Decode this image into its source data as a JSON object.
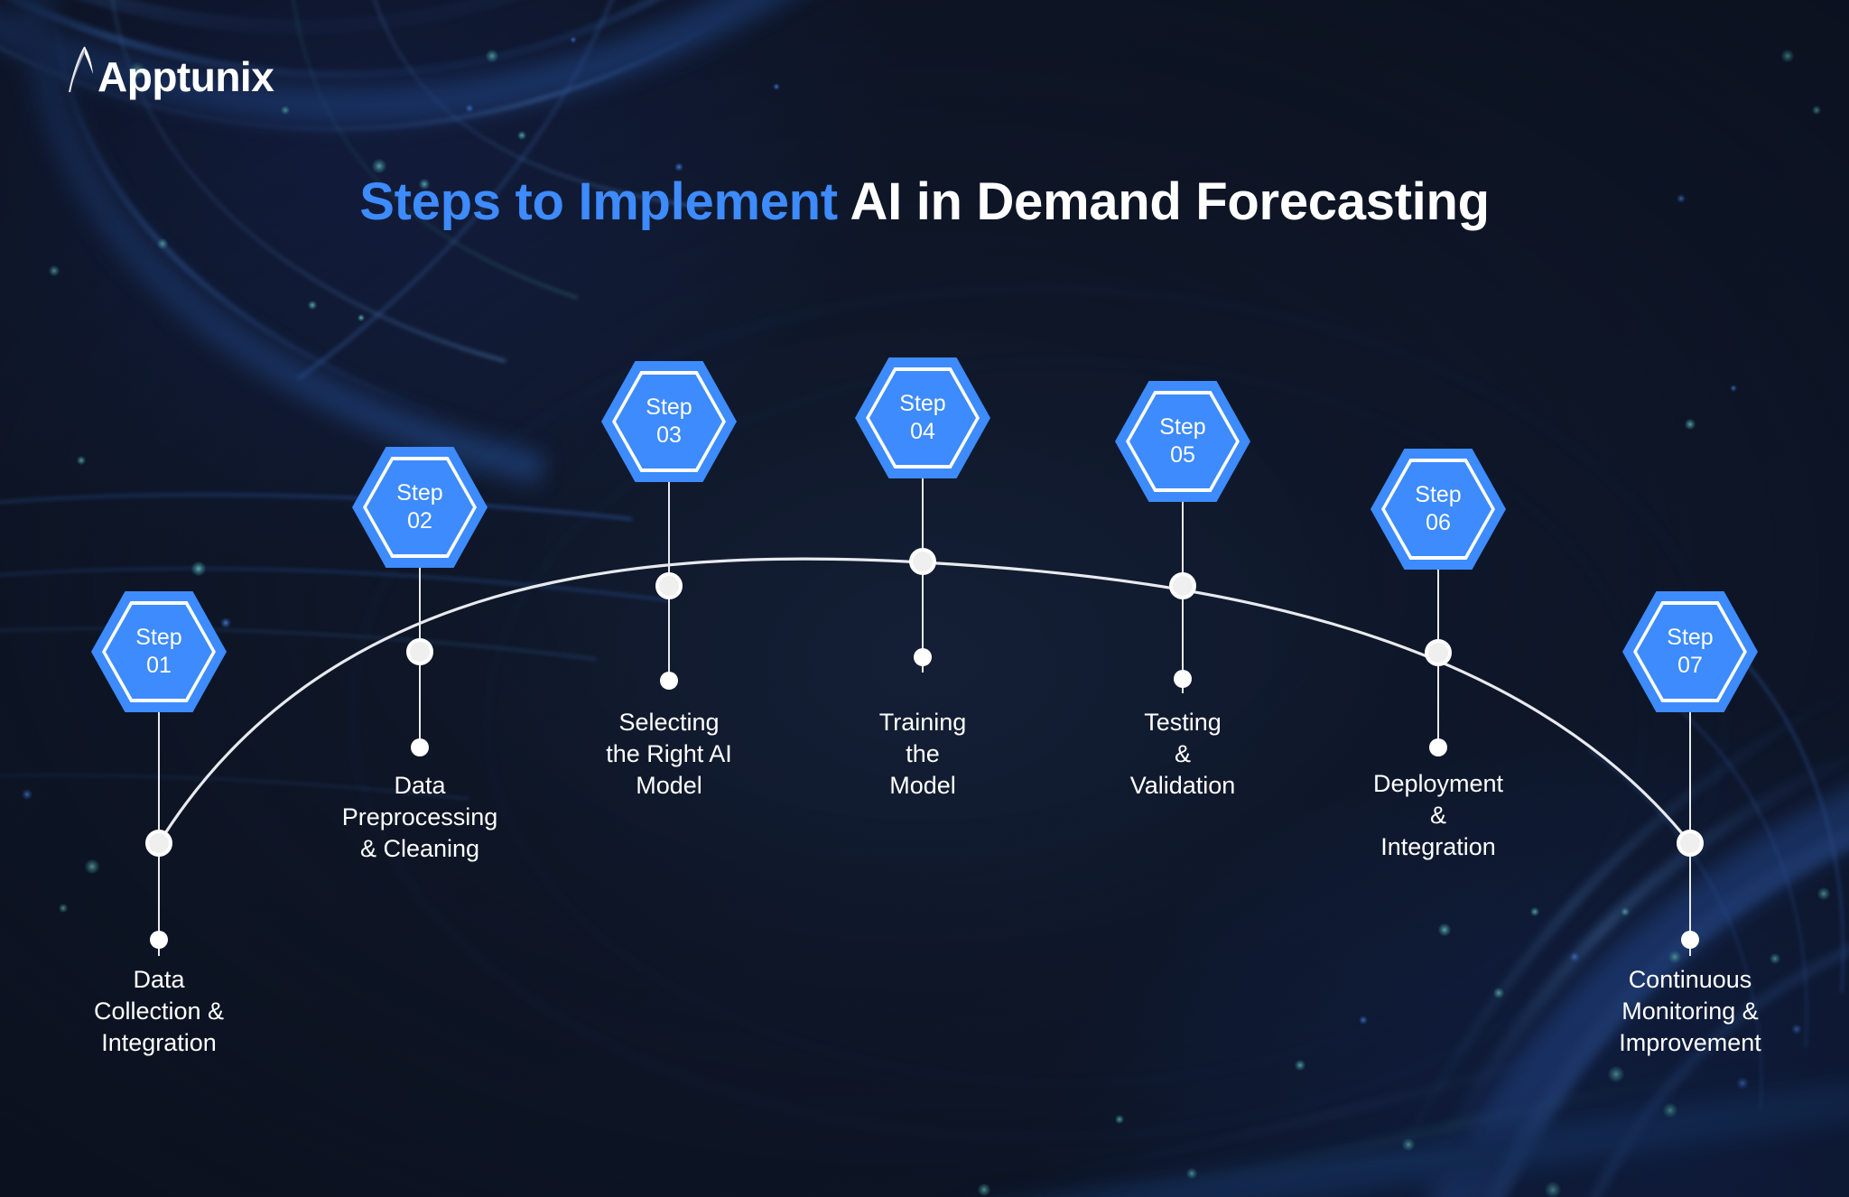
{
  "brand": {
    "name": "Apptunix",
    "logo_icon": "apptunix-logo-icon"
  },
  "title": {
    "accent_text": "Steps to Implement",
    "plain_text": " AI in Demand Forecasting",
    "accent_color": "#3d8bfd",
    "plain_color": "#ffffff"
  },
  "theme": {
    "background": "#111a2d",
    "hex_fill": "#3d8bfd",
    "hex_outline": "#ffffff",
    "line_color": "#e8eaee",
    "label_color": "#ffffff"
  },
  "steps": [
    {
      "badge_line1": "Step",
      "badge_line2": "01",
      "label": "Data\nCollection &\nIntegration"
    },
    {
      "badge_line1": "Step",
      "badge_line2": "02",
      "label": "Data\nPreprocessing\n& Cleaning"
    },
    {
      "badge_line1": "Step",
      "badge_line2": "03",
      "label": "Selecting\nthe Right AI\nModel"
    },
    {
      "badge_line1": "Step",
      "badge_line2": "04",
      "label": "Training\nthe\nModel"
    },
    {
      "badge_line1": "Step",
      "badge_line2": "05",
      "label": "Testing\n&\nValidation"
    },
    {
      "badge_line1": "Step",
      "badge_line2": "06",
      "label": "Deployment\n&\nIntegration"
    },
    {
      "badge_line1": "Step",
      "badge_line2": "07",
      "label": "Continuous\nMonitoring &\nImprovement"
    }
  ]
}
